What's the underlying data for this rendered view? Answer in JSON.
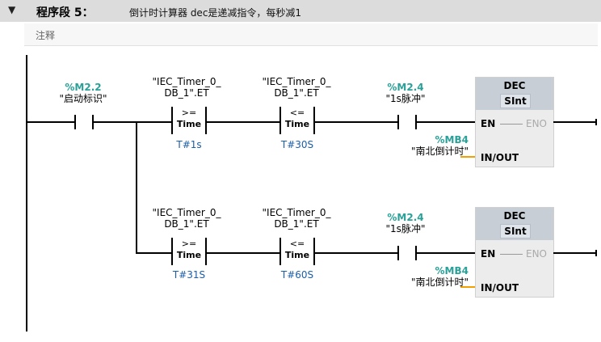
{
  "header": {
    "collapse_arrow": "▼",
    "title": "程序段 5：",
    "description": "倒计时计算器 dec是递减指令，每秒减1"
  },
  "comment": "注释",
  "rungs": [
    {
      "contact_start": {
        "address": "%M2.2",
        "name": "\"启动标识\""
      },
      "cmp1": {
        "operand": [
          "\"IEC_Timer_0_",
          "DB_1\".ET"
        ],
        "op": ">=",
        "type": "Time",
        "value": "T#1s"
      },
      "cmp2": {
        "operand": [
          "\"IEC_Timer_0_",
          "DB_1\".ET"
        ],
        "op": "<=",
        "type": "Time",
        "value": "T#30S"
      },
      "contact_pulse": {
        "address": "%M2.4",
        "name": "\"1s脉冲\""
      },
      "dec": {
        "name": "DEC",
        "type": "SInt",
        "en": "EN",
        "eno": "ENO",
        "inout": "IN/OUT",
        "operand_address": "%MB4",
        "operand_name": "\"南北倒计时\""
      }
    },
    {
      "cmp1": {
        "operand": [
          "\"IEC_Timer_0_",
          "DB_1\".ET"
        ],
        "op": ">=",
        "type": "Time",
        "value": "T#31S"
      },
      "cmp2": {
        "operand": [
          "\"IEC_Timer_0_",
          "DB_1\".ET"
        ],
        "op": "<=",
        "type": "Time",
        "value": "T#60S"
      },
      "contact_pulse": {
        "address": "%M2.4",
        "name": "\"1s脉冲\""
      },
      "dec": {
        "name": "DEC",
        "type": "SInt",
        "en": "EN",
        "eno": "ENO",
        "inout": "IN/OUT",
        "operand_address": "%MB4",
        "operand_name": "\"南北倒计时\""
      }
    }
  ]
}
